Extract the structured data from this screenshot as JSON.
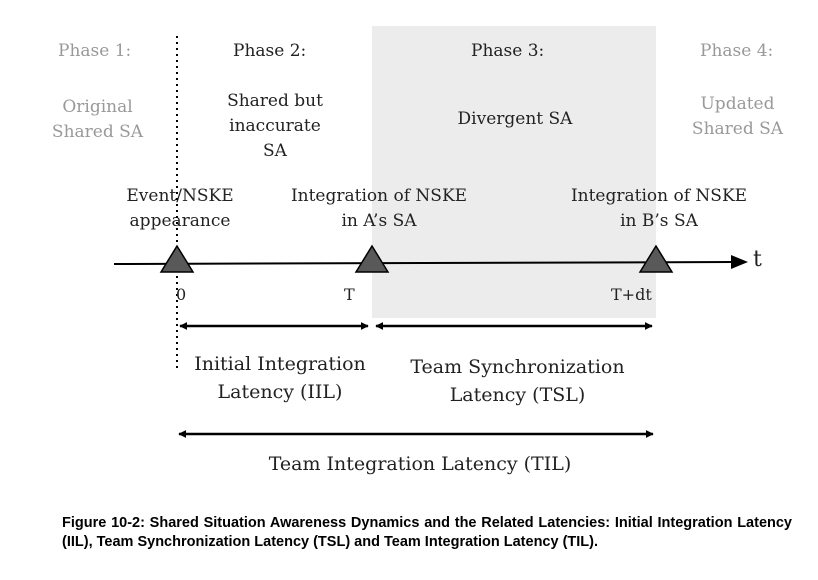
{
  "phases": [
    {
      "title": "Phase 1:",
      "desc_lines": [
        "Original",
        "Shared SA"
      ]
    },
    {
      "title": "Phase 2:",
      "desc_lines": [
        "Shared but",
        "inaccurate",
        "SA"
      ]
    },
    {
      "title": "Phase 3:",
      "desc_lines": [
        "Divergent SA"
      ]
    },
    {
      "title": "Phase 4:",
      "desc_lines": [
        "Updated",
        "Shared SA"
      ]
    }
  ],
  "events": [
    {
      "lines": [
        "Event/NSKE",
        "appearance"
      ],
      "tick": "0"
    },
    {
      "lines": [
        "Integration of NSKE",
        "in A’s SA"
      ],
      "tick": "T"
    },
    {
      "lines": [
        "Integration of NSKE",
        "in B’s SA"
      ],
      "tick": "T+dt"
    }
  ],
  "axis_label": "t",
  "latencies": {
    "iil": [
      "Initial Integration",
      "Latency (IIL)"
    ],
    "tsl": [
      "Team Synchronization",
      "Latency (TSL)"
    ],
    "til": "Team Integration Latency (TIL)"
  },
  "caption": "Figure 10-2: Shared Situation Awareness Dynamics and the Related Latencies: Initial Integration Latency (IIL), Team Synchronization Latency (TSL) and Team Integration Latency (TIL).",
  "colors": {
    "phase_highlight": "#ececec",
    "muted_text": "#999999",
    "marker": "#595959",
    "line": "#000000"
  }
}
